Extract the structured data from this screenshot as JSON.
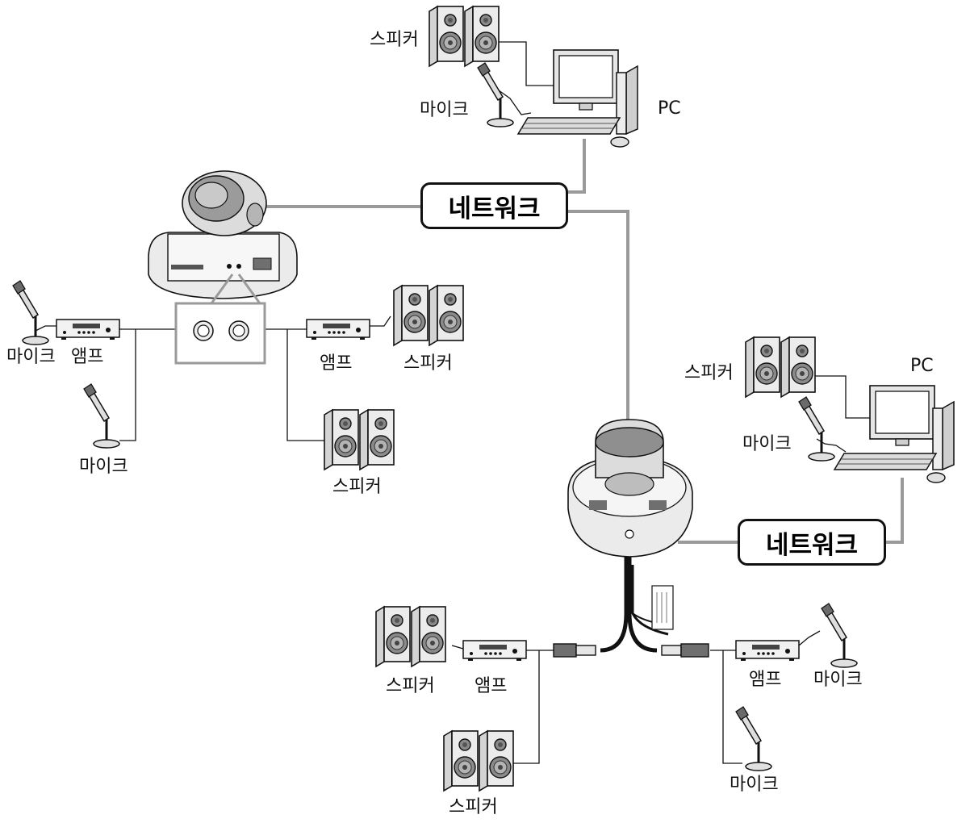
{
  "labels": {
    "speaker": "스피커",
    "mic": "마이크",
    "amp": "앰프",
    "pc": "PC",
    "network": "네트워크"
  },
  "colors": {
    "line": "#111111",
    "network_line": "#9a9a9a",
    "device_fill": "#e6e6e6",
    "device_dark": "#6f6f6f"
  },
  "icons": [
    "speaker-icon",
    "microphone-icon",
    "amplifier-icon",
    "pc-icon",
    "dome-camera-icon",
    "cable-connector-icon"
  ]
}
